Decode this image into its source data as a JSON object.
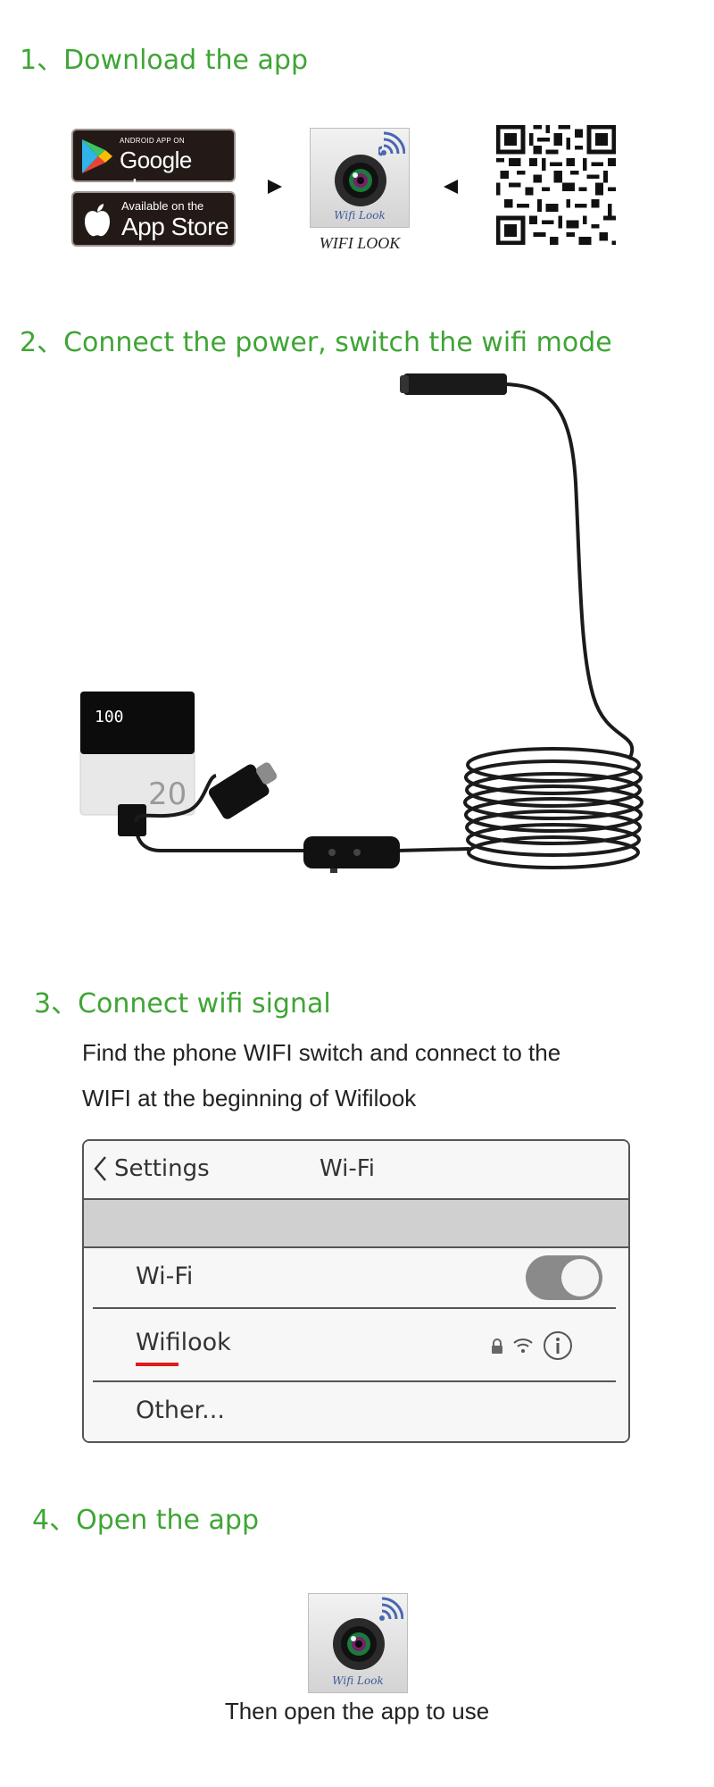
{
  "steps": {
    "step1": "1、Download the app",
    "step2": "2、Connect the power, switch the wifi mode",
    "step3": "3、Connect wifi signal",
    "step4": "4、Open the app"
  },
  "store_badges": {
    "google_small": "ANDROID APP ON",
    "google_main": "Google play",
    "apple_small": "Available on the",
    "apple_main": "App Store"
  },
  "app_icon": {
    "icon_label": "Wifi Look",
    "caption": "WIFI LOOK"
  },
  "power_bank": {
    "display": "100",
    "brand_mark": "20"
  },
  "instructions": {
    "line1": "Find the phone WIFI switch and connect to the",
    "line2": "WIFI at the beginning of Wifilook"
  },
  "settings_panel": {
    "back_label": "Settings",
    "title": "Wi-Fi",
    "wifi_row_label": "Wi-Fi",
    "wifi_toggle_on": true,
    "network_name": "Wifilook",
    "other_label": "Other..."
  },
  "final_caption": "Then open the app to use",
  "colors": {
    "step_green": "#3fa535",
    "badge_dark": "#231a17",
    "underline_red": "#e01b1b",
    "toggle_grey": "#8a8a8a"
  },
  "icons": [
    "google-play-triangle-icon",
    "apple-logo-icon",
    "camera-lens-icon",
    "wifi-signal-icon",
    "arrow-right-icon",
    "arrow-left-icon",
    "qr-code",
    "chevron-left-icon",
    "lock-icon",
    "wifi-icon",
    "info-icon"
  ]
}
